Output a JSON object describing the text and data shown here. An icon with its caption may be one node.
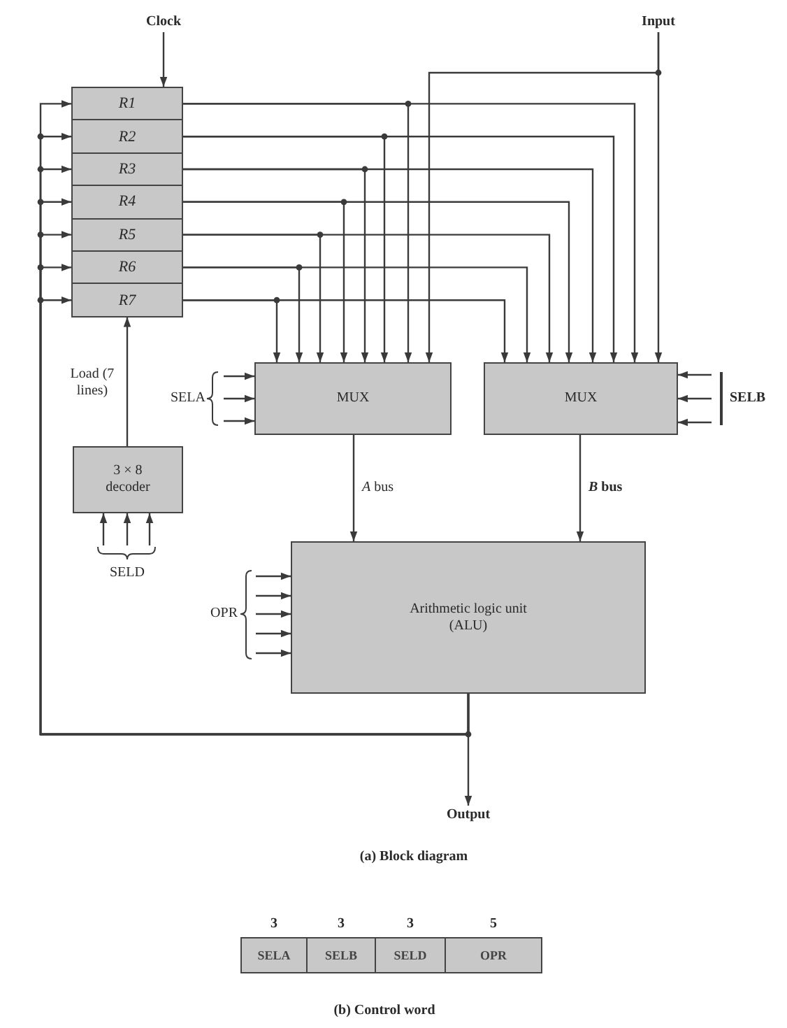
{
  "diagram": {
    "nodes": [
      {
        "text": [
          "Clock"
        ]
      },
      {
        "text": [
          "Input"
        ]
      },
      {
        "text": [
          "R1"
        ]
      },
      {
        "text": [
          "R2"
        ]
      },
      {
        "text": [
          "R3"
        ]
      },
      {
        "text": [
          "R4"
        ]
      },
      {
        "text": [
          "R5"
        ]
      },
      {
        "text": [
          "R6"
        ]
      },
      {
        "text": [
          "R7"
        ]
      },
      {
        "text": [
          "MUX"
        ]
      },
      {
        "text": [
          "MUX"
        ]
      },
      {
        "text": [
          "3 × 8 decoder"
        ]
      },
      {
        "text": [
          "Arithmetic logic unit (ALU)"
        ]
      },
      {
        "text": [
          "Output"
        ]
      },
      {
        "text": [
          "SELA"
        ],
        "beside": [
          "3"
        ]
      },
      {
        "text": [
          "SELB"
        ],
        "beside": [
          "3"
        ]
      },
      {
        "text": [
          "SELD"
        ],
        "beside": [
          "3"
        ]
      },
      {
        "text": [
          "OPR"
        ],
        "beside": [
          "5"
        ]
      }
    ],
    "edges": [
      {
        "from": 0,
        "to": 2,
        "arrow": "to"
      },
      {
        "from": 1,
        "to": 9,
        "arrow": "to"
      },
      {
        "from": 1,
        "to": 10,
        "arrow": "to"
      },
      {
        "from": 2,
        "to": 9,
        "arrow": "to"
      },
      {
        "from": 2,
        "to": 10,
        "arrow": "to"
      },
      {
        "from": 3,
        "to": 9,
        "arrow": "to"
      },
      {
        "from": 3,
        "to": 10,
        "arrow": "to"
      },
      {
        "from": 4,
        "to": 9,
        "arrow": "to"
      },
      {
        "from": 4,
        "to": 10,
        "arrow": "to"
      },
      {
        "from": 5,
        "to": 9,
        "arrow": "to"
      },
      {
        "from": 5,
        "to": 10,
        "arrow": "to"
      },
      {
        "from": 6,
        "to": 9,
        "arrow": "to"
      },
      {
        "from": 6,
        "to": 10,
        "arrow": "to"
      },
      {
        "from": 7,
        "to": 9,
        "arrow": "to"
      },
      {
        "from": 7,
        "to": 10,
        "arrow": "to"
      },
      {
        "from": 8,
        "to": 9,
        "arrow": "to"
      },
      {
        "from": 8,
        "to": 10,
        "arrow": "to"
      },
      {
        "from": null,
        "to": 9,
        "arrow": "to"
      },
      {
        "from": null,
        "to": 9,
        "arrow": "to"
      },
      {
        "from": null,
        "to": 9,
        "arrow": "to"
      },
      {
        "from": null,
        "to": 10,
        "arrow": "to"
      },
      {
        "from": null,
        "to": 10,
        "arrow": "to"
      },
      {
        "from": null,
        "to": 10,
        "arrow": "to"
      },
      {
        "from": 11,
        "to": 8,
        "arrow": "to",
        "label": "Load (7 lines)"
      },
      {
        "from": null,
        "to": 11,
        "arrow": "to"
      },
      {
        "from": null,
        "to": 11,
        "arrow": "to"
      },
      {
        "from": null,
        "to": 11,
        "arrow": "to"
      },
      {
        "from": 9,
        "to": 12,
        "arrow": "to",
        "label": "*A* bus"
      },
      {
        "from": 10,
        "to": 12,
        "arrow": "to",
        "label": "*B* bus"
      },
      {
        "from": null,
        "to": 12,
        "arrow": "to"
      },
      {
        "from": null,
        "to": 12,
        "arrow": "to"
      },
      {
        "from": null,
        "to": 12,
        "arrow": "to"
      },
      {
        "from": null,
        "to": 12,
        "arrow": "to"
      },
      {
        "from": null,
        "to": 12,
        "arrow": "to"
      },
      {
        "from": 12,
        "to": 13,
        "arrow": "to"
      },
      {
        "from": 12,
        "to": 2,
        "arrow": "to"
      },
      {
        "from": 12,
        "to": 3,
        "arrow": "to"
      },
      {
        "from": 12,
        "to": 4,
        "arrow": "to"
      },
      {
        "from": 12,
        "to": 5,
        "arrow": "to"
      },
      {
        "from": 12,
        "to": 6,
        "arrow": "to"
      },
      {
        "from": 12,
        "to": 7,
        "arrow": "to"
      },
      {
        "from": 12,
        "to": 8,
        "arrow": "to"
      }
    ],
    "labels": [
      "SELA",
      "SELB",
      "SELD",
      "OPR",
      "(a) Block diagram",
      "(b) Control word"
    ]
  }
}
